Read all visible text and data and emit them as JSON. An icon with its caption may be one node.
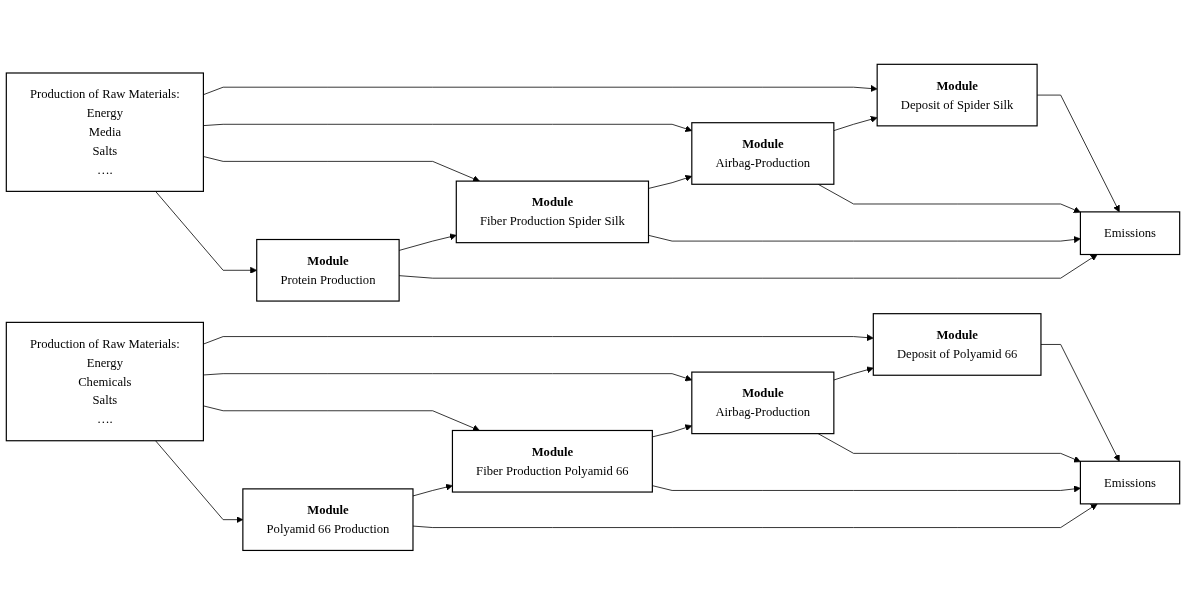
{
  "diagram": {
    "nodes": [
      {
        "text": [
          "Production of Raw Materials:",
          "Energy",
          "Media",
          "Salts",
          "…."
        ]
      },
      {
        "text": [
          "Module",
          "Protein Production"
        ]
      },
      {
        "text": [
          "Module",
          "Fiber Production Spider Silk"
        ]
      },
      {
        "text": [
          "Module",
          "Airbag-Production"
        ]
      },
      {
        "text": [
          "Module",
          "Deposit of Spider Silk"
        ]
      },
      {
        "text": [
          "Emissions"
        ]
      },
      {
        "text": [
          "Production of Raw Materials:",
          "Energy",
          "Chemicals",
          "Salts",
          "…."
        ]
      },
      {
        "text": [
          "Module",
          "Polyamid 66 Production"
        ]
      },
      {
        "text": [
          "Module",
          "Fiber Production Polyamid 66"
        ]
      },
      {
        "text": [
          "Module",
          "Airbag-Production"
        ]
      },
      {
        "text": [
          "Module",
          "Deposit of Polyamid 66"
        ]
      },
      {
        "text": [
          "Emissions"
        ]
      }
    ],
    "edges": [
      {
        "from": 0,
        "to": 1,
        "arrow": "to"
      },
      {
        "from": 0,
        "to": 2,
        "arrow": "to"
      },
      {
        "from": 0,
        "to": 3,
        "arrow": "to"
      },
      {
        "from": 0,
        "to": 4,
        "arrow": "to"
      },
      {
        "from": 1,
        "to": 2,
        "arrow": "to"
      },
      {
        "from": 2,
        "to": 3,
        "arrow": "to"
      },
      {
        "from": 3,
        "to": 4,
        "arrow": "to"
      },
      {
        "from": 4,
        "to": 5,
        "arrow": "to"
      },
      {
        "from": 3,
        "to": 5,
        "arrow": "to"
      },
      {
        "from": 2,
        "to": 5,
        "arrow": "to"
      },
      {
        "from": 1,
        "to": 5,
        "arrow": "to"
      },
      {
        "from": 6,
        "to": 7,
        "arrow": "to"
      },
      {
        "from": 6,
        "to": 8,
        "arrow": "to"
      },
      {
        "from": 6,
        "to": 9,
        "arrow": "to"
      },
      {
        "from": 6,
        "to": 10,
        "arrow": "to"
      },
      {
        "from": 7,
        "to": 8,
        "arrow": "to"
      },
      {
        "from": 8,
        "to": 9,
        "arrow": "to"
      },
      {
        "from": 9,
        "to": 10,
        "arrow": "to"
      },
      {
        "from": 10,
        "to": 11,
        "arrow": "to"
      },
      {
        "from": 9,
        "to": 11,
        "arrow": "to"
      },
      {
        "from": 8,
        "to": 11,
        "arrow": "to"
      },
      {
        "from": 7,
        "to": 11,
        "arrow": "to"
      }
    ]
  }
}
